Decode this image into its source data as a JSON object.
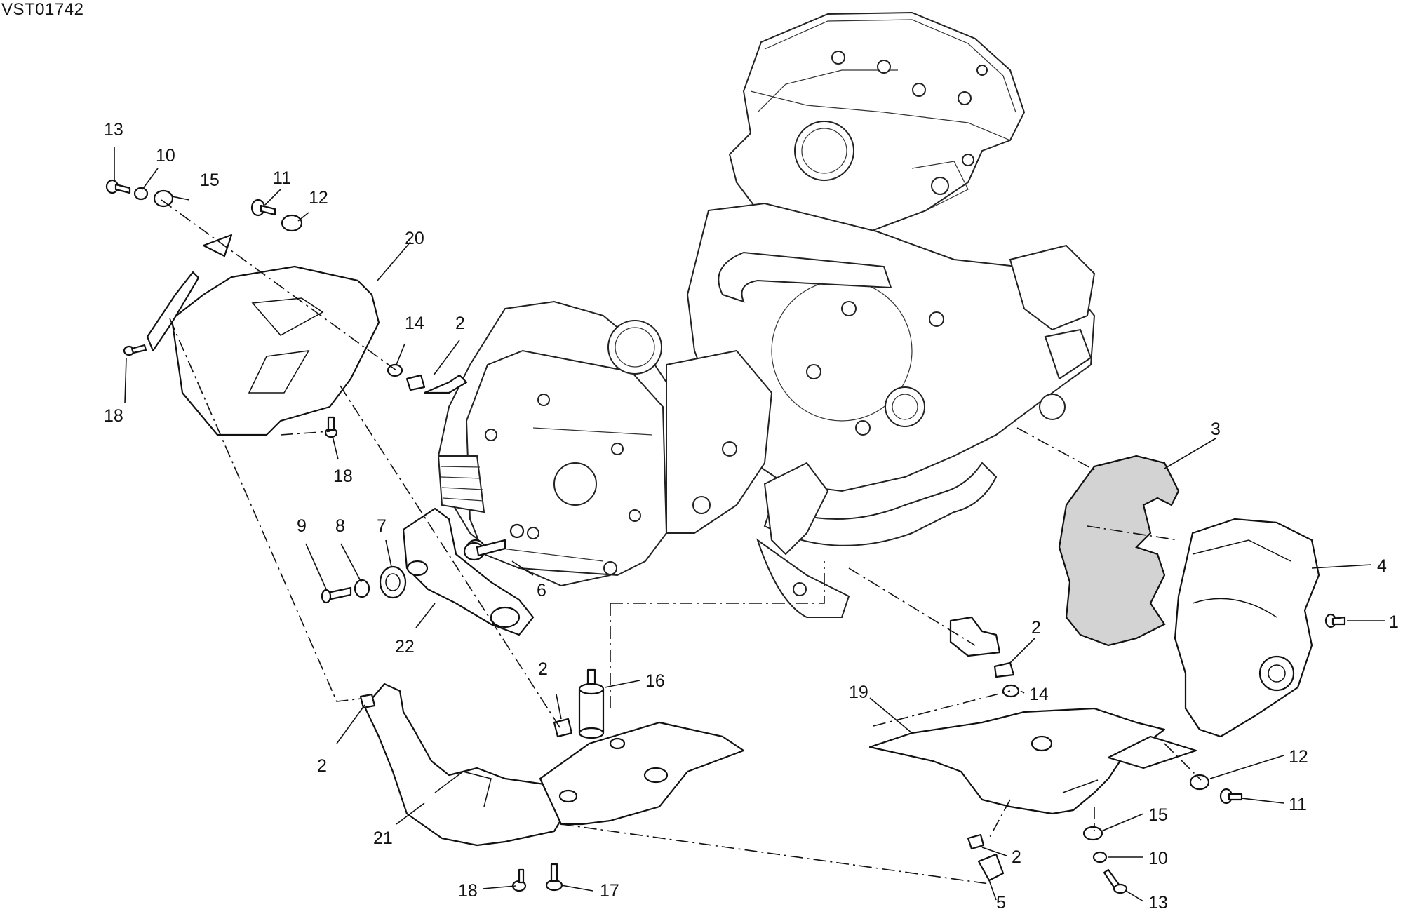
{
  "drawing_code": "VST01742",
  "callouts": [
    {
      "id": "c1",
      "text": "1"
    },
    {
      "id": "c2a",
      "text": "2"
    },
    {
      "id": "c2b",
      "text": "2"
    },
    {
      "id": "c2c",
      "text": "2"
    },
    {
      "id": "c2d",
      "text": "2"
    },
    {
      "id": "c2e",
      "text": "2"
    },
    {
      "id": "c3",
      "text": "3"
    },
    {
      "id": "c4",
      "text": "4"
    },
    {
      "id": "c5",
      "text": "5"
    },
    {
      "id": "c6",
      "text": "6"
    },
    {
      "id": "c7",
      "text": "7"
    },
    {
      "id": "c8",
      "text": "8"
    },
    {
      "id": "c9",
      "text": "9"
    },
    {
      "id": "c10a",
      "text": "10"
    },
    {
      "id": "c10b",
      "text": "10"
    },
    {
      "id": "c11a",
      "text": "11"
    },
    {
      "id": "c11b",
      "text": "11"
    },
    {
      "id": "c12a",
      "text": "12"
    },
    {
      "id": "c12b",
      "text": "12"
    },
    {
      "id": "c13a",
      "text": "13"
    },
    {
      "id": "c13b",
      "text": "13"
    },
    {
      "id": "c14a",
      "text": "14"
    },
    {
      "id": "c14b",
      "text": "14"
    },
    {
      "id": "c15a",
      "text": "15"
    },
    {
      "id": "c15b",
      "text": "15"
    },
    {
      "id": "c16",
      "text": "16"
    },
    {
      "id": "c17",
      "text": "17"
    },
    {
      "id": "c18a",
      "text": "18"
    },
    {
      "id": "c18b",
      "text": "18"
    },
    {
      "id": "c18c",
      "text": "18"
    },
    {
      "id": "c19",
      "text": "19"
    },
    {
      "id": "c20",
      "text": "20"
    },
    {
      "id": "c21",
      "text": "21"
    },
    {
      "id": "c22",
      "text": "22"
    }
  ]
}
